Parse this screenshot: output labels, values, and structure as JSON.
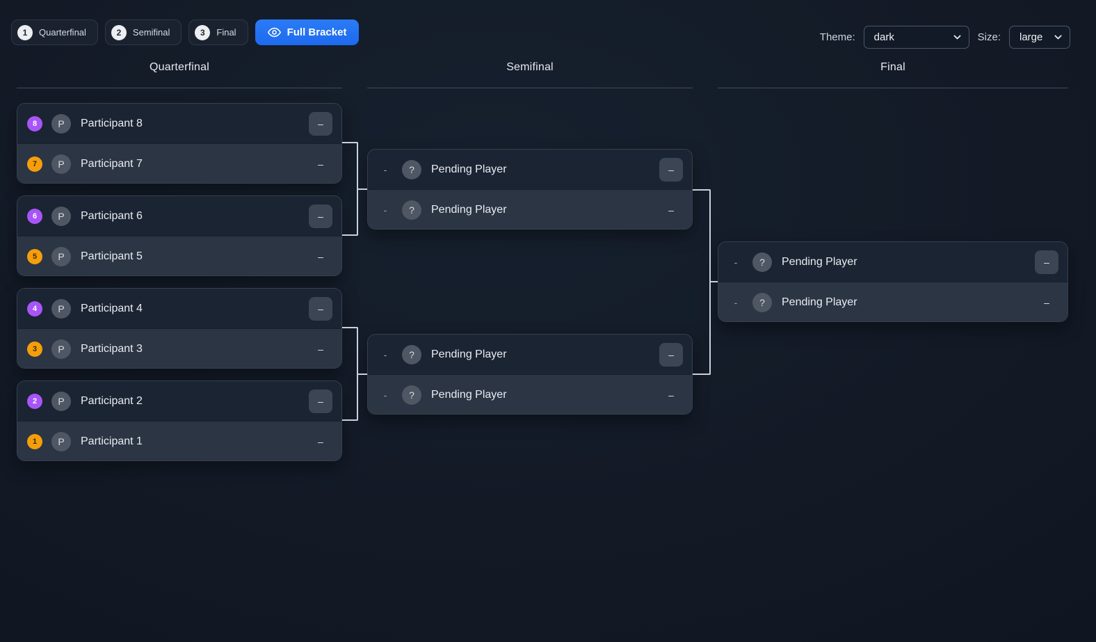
{
  "toolbar": {
    "steps": [
      {
        "num": "1",
        "label": "Quarterfinal"
      },
      {
        "num": "2",
        "label": "Semifinal"
      },
      {
        "num": "3",
        "label": "Final"
      }
    ],
    "view_button": {
      "label": "Full Bracket"
    },
    "theme": {
      "label": "Theme:",
      "value": "dark"
    },
    "size": {
      "label": "Size:",
      "value": "large"
    }
  },
  "columns": [
    {
      "title": "Quarterfinal"
    },
    {
      "title": "Semifinal"
    },
    {
      "title": "Final"
    }
  ],
  "matches": {
    "quarterfinal": [
      {
        "top": {
          "seed": "8",
          "avatar": "P",
          "name": "Participant 8",
          "score": "–"
        },
        "bottom": {
          "seed": "7",
          "avatar": "P",
          "name": "Participant 7",
          "score": "–"
        }
      },
      {
        "top": {
          "seed": "6",
          "avatar": "P",
          "name": "Participant 6",
          "score": "–"
        },
        "bottom": {
          "seed": "5",
          "avatar": "P",
          "name": "Participant 5",
          "score": "–"
        }
      },
      {
        "top": {
          "seed": "4",
          "avatar": "P",
          "name": "Participant 4",
          "score": "–"
        },
        "bottom": {
          "seed": "3",
          "avatar": "P",
          "name": "Participant 3",
          "score": "–"
        }
      },
      {
        "top": {
          "seed": "2",
          "avatar": "P",
          "name": "Participant 2",
          "score": "–"
        },
        "bottom": {
          "seed": "1",
          "avatar": "P",
          "name": "Participant 1",
          "score": "–"
        }
      }
    ],
    "semifinal": [
      {
        "top": {
          "seed": "-",
          "avatar": "?",
          "name": "Pending Player",
          "score": "–"
        },
        "bottom": {
          "seed": "-",
          "avatar": "?",
          "name": "Pending Player",
          "score": "–"
        }
      },
      {
        "top": {
          "seed": "-",
          "avatar": "?",
          "name": "Pending Player",
          "score": "–"
        },
        "bottom": {
          "seed": "-",
          "avatar": "?",
          "name": "Pending Player",
          "score": "–"
        }
      }
    ],
    "final": [
      {
        "top": {
          "seed": "-",
          "avatar": "?",
          "name": "Pending Player",
          "score": "–"
        },
        "bottom": {
          "seed": "-",
          "avatar": "?",
          "name": "Pending Player",
          "score": "–"
        }
      }
    ]
  },
  "colors": {
    "accent_blue": "#1d6ff2",
    "seed_even": "#a855f7",
    "seed_odd": "#f59e0b",
    "connector": "#c9d2dc",
    "row_top_bg": "#1b2432",
    "row_bottom_bg": "#2b3544",
    "page_bg": "#131a26"
  }
}
